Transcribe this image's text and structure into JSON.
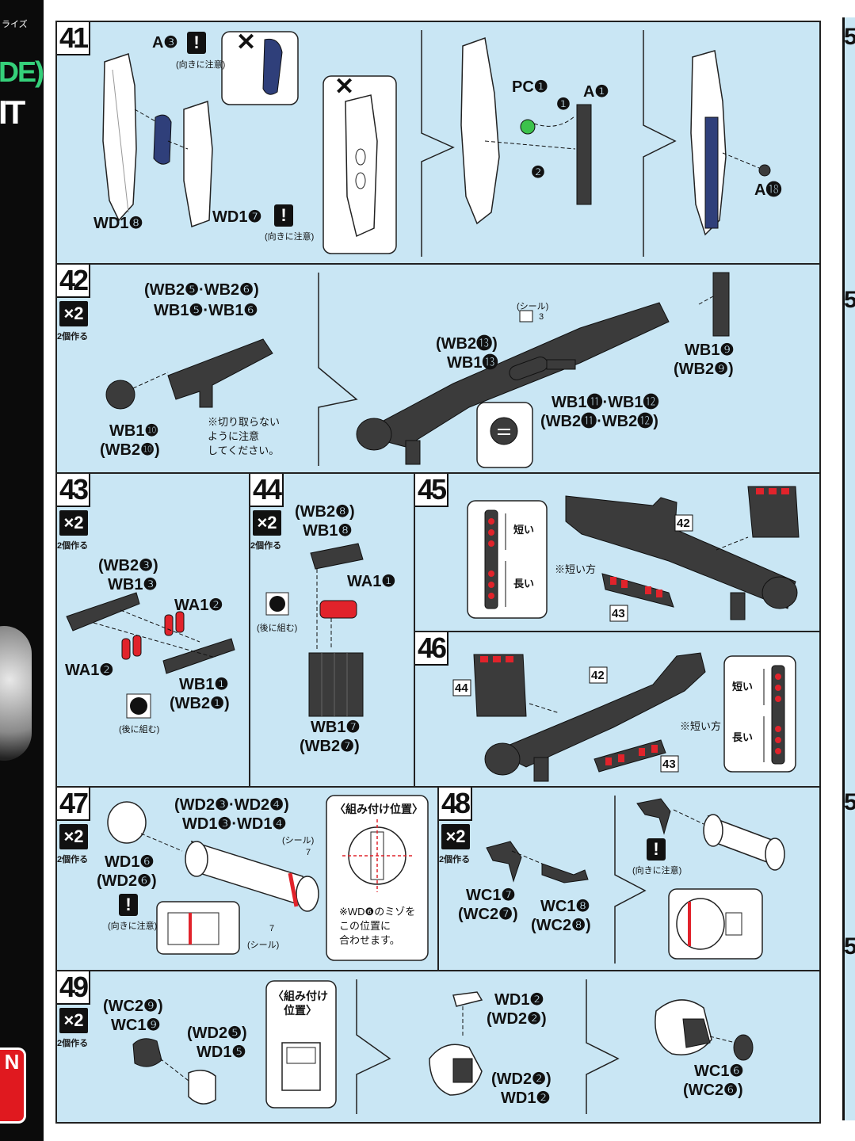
{
  "left_strip": {
    "top_text": "ライズ",
    "green_text": "DE)",
    "white_text": "IT",
    "logo_text": "N"
  },
  "right_strip_numbers": [
    "5",
    "5",
    "5",
    "5"
  ],
  "steps": {
    "s41": {
      "num": "41",
      "a3": "A❸",
      "wd18": "WD1❽",
      "wd17": "WD1❼",
      "caution1": "(向きに注意)",
      "caution2": "(向きに注意)",
      "pc1": "PC❶",
      "a1": "A❶",
      "step1": "❶",
      "step2": "❷",
      "a18": "A⓲",
      "cross": "✕"
    },
    "s42": {
      "num": "42",
      "mult": "×2",
      "mult_sub": "2個作る",
      "top1": "(WB2❺·WB2❻)",
      "top2": "WB1❺·WB1❻",
      "wb110": "WB1❿",
      "wb210": "(WB2❿)",
      "note": "※切り取らない\nように注意\nしてください。",
      "seal": "(シール)",
      "seal_no": "3",
      "wb213": "(WB2⓭)",
      "wb113": "WB1⓭",
      "wb19": "WB1❾",
      "wb29": "(WB2❾)",
      "wb111": "WB1⓫·WB1⓬",
      "wb211": "(WB2⓫·WB2⓬)"
    },
    "s43": {
      "num": "43",
      "mult": "×2",
      "mult_sub": "2個作る",
      "wb23": "(WB2❸)",
      "wb13": "WB1❸",
      "wa12a": "WA1❷",
      "wa12b": "WA1❷",
      "wb11": "WB1❶",
      "wb21": "(WB2❶)",
      "back": "(後に組む)"
    },
    "s44": {
      "num": "44",
      "mult": "×2",
      "mult_sub": "2個作る",
      "wb28": "(WB2❽)",
      "wb18": "WB1❽",
      "wa11": "WA1❶",
      "back": "(後に組む)",
      "wb17": "WB1❼",
      "wb27": "(WB2❼)"
    },
    "s45": {
      "num": "45",
      "short": "短い",
      "long": "長い",
      "short_side": "※短い方",
      "ref42": "42",
      "ref43": "43"
    },
    "s46": {
      "num": "46",
      "short": "短い",
      "long": "長い",
      "short_side": "※短い方",
      "ref44": "44",
      "ref42": "42",
      "ref43": "43"
    },
    "s47": {
      "num": "47",
      "mult": "×2",
      "mult_sub": "2個作る",
      "top1": "(WD2❸·WD2❹)",
      "top2": "WD1❸·WD1❹",
      "wd16": "WD1❻",
      "wd26": "(WD2❻)",
      "caution": "(向きに注意)",
      "seal1": "(シール)",
      "seal_no1": "7",
      "seal2": "(シール)",
      "seal_no2": "7",
      "pos_title": "〈組み付け位置〉",
      "pos_note": "※WD❻のミゾを\nこの位置に\n合わせます。"
    },
    "s48": {
      "num": "48",
      "mult": "×2",
      "mult_sub": "2個作る",
      "wc17": "WC1❼",
      "wc27": "(WC2❼)",
      "wc18": "WC1❽",
      "wc28": "(WC2❽)",
      "caution": "(向きに注意)"
    },
    "s49": {
      "num": "49",
      "mult": "×2",
      "mult_sub": "2個作る",
      "wc29": "(WC2❾)",
      "wc19": "WC1❾",
      "wd25": "(WD2❺)",
      "wd15": "WD1❺",
      "pos_title": "〈組み付け\n位置〉",
      "wd12a": "WD1❷",
      "wd22a": "(WD2❷)",
      "wd22b": "(WD2❷)",
      "wd12b": "WD1❷",
      "wc16": "WC1❻",
      "wc26": "(WC2❻)"
    }
  },
  "colors": {
    "panel_bg": "#c9e6f4",
    "part_dark": "#3b3b3b",
    "part_navy": "#2f3f7a",
    "part_red": "#e1232b",
    "part_green": "#3cc24c"
  }
}
